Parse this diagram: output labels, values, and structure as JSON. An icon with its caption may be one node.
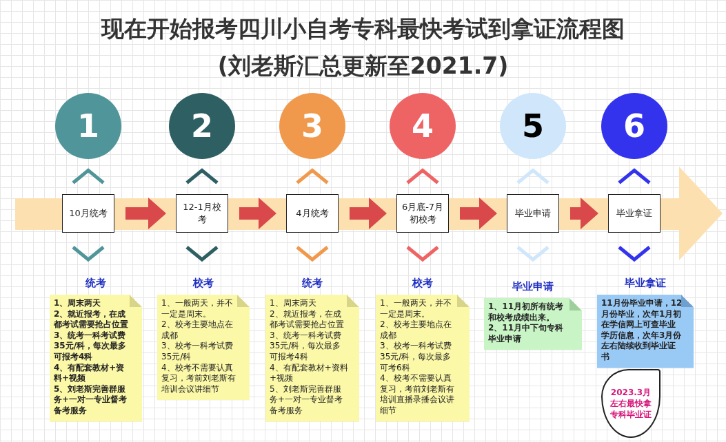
{
  "diagram": {
    "title": "现在开始报考四川小自考专科最快考试到拿证流程图",
    "nodes": [
      {
        "text": [
          "1"
        ]
      },
      {
        "text": [
          "2"
        ]
      },
      {
        "text": [
          "3"
        ]
      },
      {
        "text": [
          "4"
        ]
      },
      {
        "text": [
          "5"
        ]
      },
      {
        "text": [
          "6"
        ]
      },
      {
        "text": [
          "10月统考"
        ]
      },
      {
        "text": [
          "12-1月校考"
        ]
      },
      {
        "text": [
          "4月统考"
        ]
      },
      {
        "text": [
          "6月底-7月初校考"
        ]
      },
      {
        "text": [
          "毕业申请"
        ]
      },
      {
        "text": [
          "毕业拿证"
        ]
      },
      {
        "text": [
          "统考",
          "1、周末两天",
          "2、就近报考，在成都考试需要抢占位置",
          "3、统考一科考试费35元/科，每次最多可报考4科",
          "4、有配套教材+资料+视频",
          "5、刘老斯完善群服务+一对一专业督考备考服务"
        ]
      },
      {
        "text": [
          "校考",
          "1、一般两天，并不一定是周末。",
          "2、校考主要地点在成都",
          "3、校考一科考试费35元/科",
          "4、校考不需要认真复习，考前刘老斯有培训会议讲细节"
        ]
      },
      {
        "text": [
          "统考",
          "1、周末两天",
          "2、就近报考，在成都考试需要抢占位置",
          "3、统考一科考试费35元/科，每次最多可报考4科",
          "4、有配套教材+资料+视频",
          "5、刘老斯完善群服务+一对一专业督考备考服务"
        ]
      },
      {
        "text": [
          "校考",
          "1、一般两天，并不一定是周末。",
          "2、校考主要地点在成都",
          "3、校考一科考试费35元/科，每次最多可考6科",
          "4、校考不需要认真复习，考前刘老斯有培训直播录播会议讲细节"
        ]
      },
      {
        "text": [
          "毕业申请",
          "1、11月初所有统考和校考成绩出来。",
          "2、11月中下旬专科毕业申请"
        ]
      },
      {
        "text": [
          "毕业拿证",
          "11月份毕业申请，12月份毕业，次年1月初在学信网上可查毕业学历信息，次年3月份左右陆续收到毕业证书"
        ]
      },
      {
        "text": [
          "2023.3月左右最快拿专科毕业证"
        ]
      }
    ],
    "edges": [
      {
        "from": 6,
        "to": 0,
        "arrow": "to",
        "color": "#4f9599"
      },
      {
        "from": 7,
        "to": 1,
        "arrow": "to",
        "color": "#2e5f63"
      },
      {
        "from": 8,
        "to": 2,
        "arrow": "to",
        "color": "#f0994c"
      },
      {
        "from": 9,
        "to": 3,
        "arrow": "to",
        "color": "#ee6464"
      },
      {
        "from": 10,
        "to": 4,
        "arrow": "to",
        "color": "#cfe6fb"
      },
      {
        "from": 11,
        "to": 5,
        "arrow": "to",
        "color": "#3333ee"
      },
      {
        "from": 6,
        "to": 12,
        "arrow": "to",
        "color": "#4f9599"
      },
      {
        "from": 7,
        "to": 13,
        "arrow": "to",
        "color": "#2e5f63"
      },
      {
        "from": 8,
        "to": 14,
        "arrow": "to",
        "color": "#f0994c"
      },
      {
        "from": 9,
        "to": 15,
        "arrow": "to",
        "color": "#ee6464"
      },
      {
        "from": 10,
        "to": 16,
        "arrow": "to",
        "color": "#cfe6fb"
      },
      {
        "from": 11,
        "to": 17,
        "arrow": "to",
        "color": "#3333ee"
      },
      {
        "from": 6,
        "to": 7,
        "arrow": "to",
        "style": "thick"
      },
      {
        "from": 7,
        "to": 8,
        "arrow": "to",
        "style": "thick"
      },
      {
        "from": 8,
        "to": 9,
        "arrow": "to",
        "style": "thick"
      },
      {
        "from": 9,
        "to": 10,
        "arrow": "to",
        "style": "thick"
      },
      {
        "from": 10,
        "to": 11,
        "arrow": "to",
        "style": "thick"
      }
    ],
    "labels": [
      "(刘老斯汇总更新至2021.7)"
    ]
  }
}
